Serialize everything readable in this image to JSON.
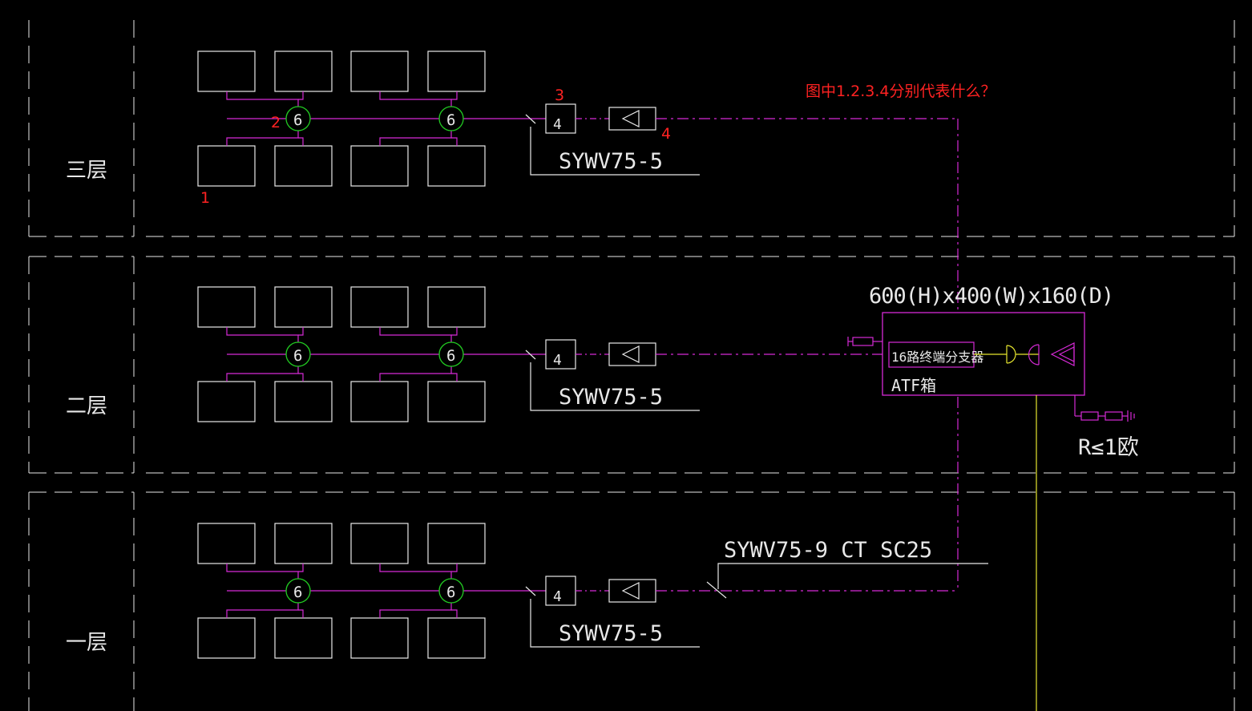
{
  "question": "图中1.2.3.4分别代表什么？",
  "floors": [
    {
      "label": "三层",
      "cable": "SYWV75-5",
      "splitter_value": "6",
      "tap_value": "4"
    },
    {
      "label": "二层",
      "cable": "SYWV75-5",
      "splitter_value": "6",
      "tap_value": "4"
    },
    {
      "label": "一层",
      "cable": "SYWV75-5",
      "splitter_value": "6",
      "tap_value": "4"
    }
  ],
  "markers": {
    "m1": "1",
    "m2": "2",
    "m3": "3",
    "m4": "4"
  },
  "cabinet": {
    "dimensions": "600(H)x400(W)x160(D)",
    "inner_device": "16路终端分支器",
    "name": "ATF箱"
  },
  "trunk_cable": "SYWV75-9  CT SC25",
  "ground_label": "R≤1欧",
  "colors": {
    "background": "#000000",
    "line": "#e8e8e8",
    "cable": "#d62ad6",
    "splitter": "#22cc22",
    "marker": "#ff2222",
    "ground_feed": "#e6e62e"
  }
}
